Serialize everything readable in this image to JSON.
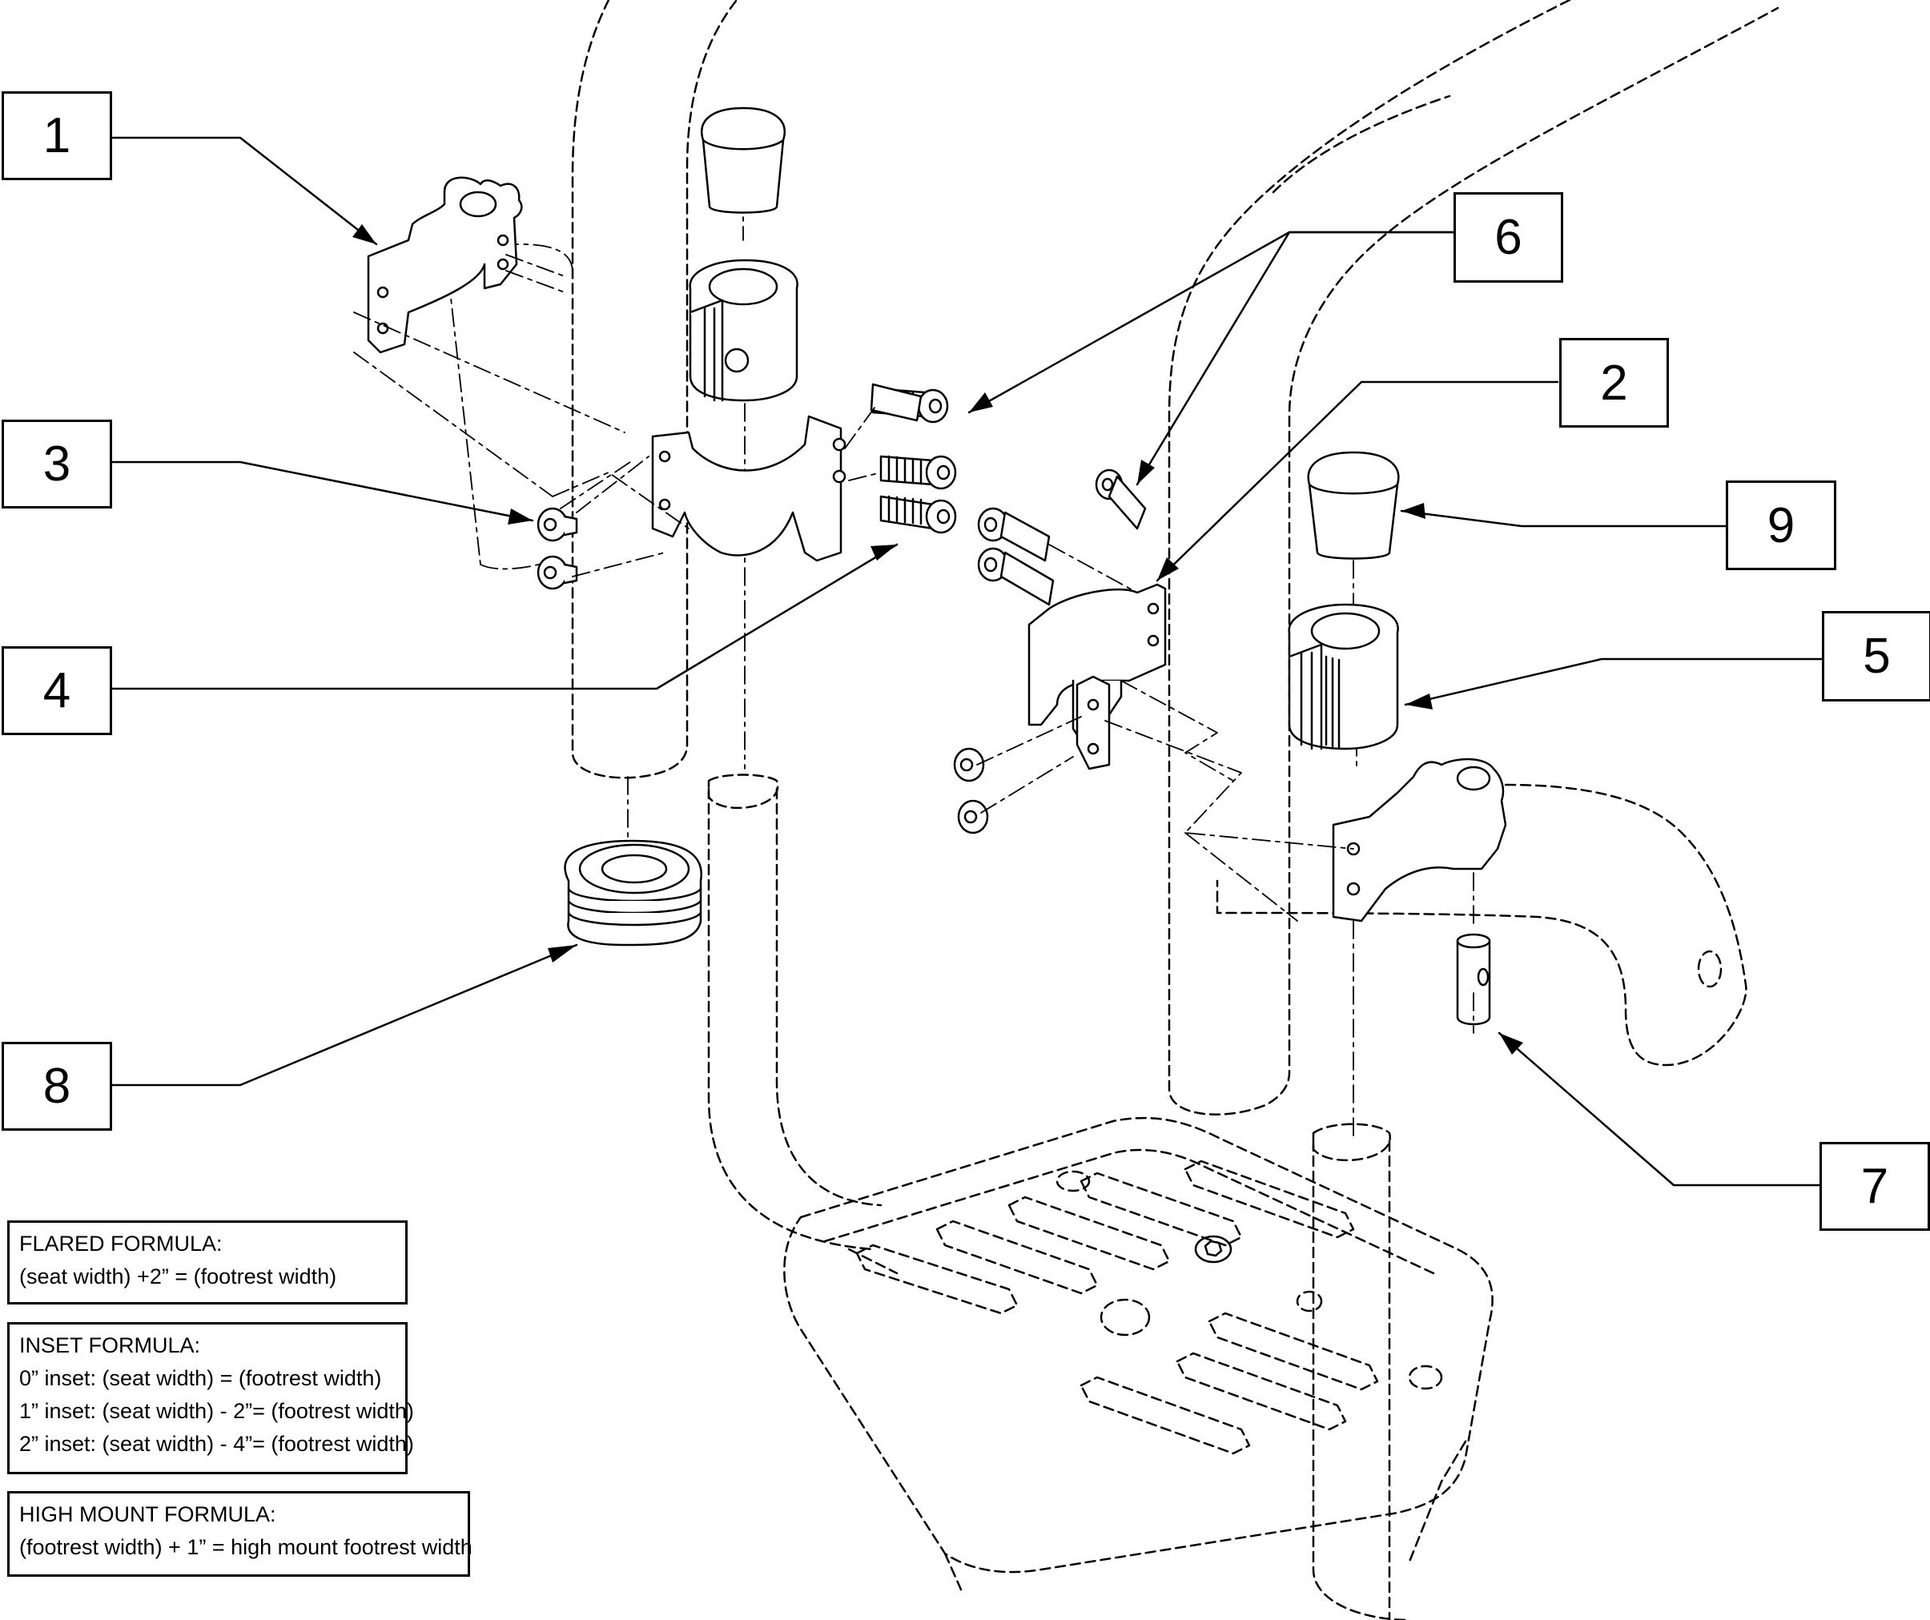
{
  "callouts": {
    "c1": "1",
    "c2": "2",
    "c3": "3",
    "c4": "4",
    "c5": "5",
    "c6": "6",
    "c7": "7",
    "c8": "8",
    "c9": "9"
  },
  "formulas": {
    "flared": {
      "title": "FLARED FORMULA:",
      "lines": [
        "(seat width) +2”  = (footrest width)"
      ]
    },
    "inset": {
      "title": "INSET FORMULA:",
      "lines": [
        "0” inset: (seat width)      = (footrest width)",
        "1” inset: (seat width) - 2”= (footrest width)",
        "2” inset: (seat width) - 4”= (footrest width)"
      ]
    },
    "high_mount": {
      "title": "HIGH MOUNT FORMULA:",
      "lines": [
        "(footrest width) + 1” = high mount footrest width"
      ]
    }
  },
  "colors": {
    "line": "#000000",
    "part_fill": "#ffffff"
  }
}
